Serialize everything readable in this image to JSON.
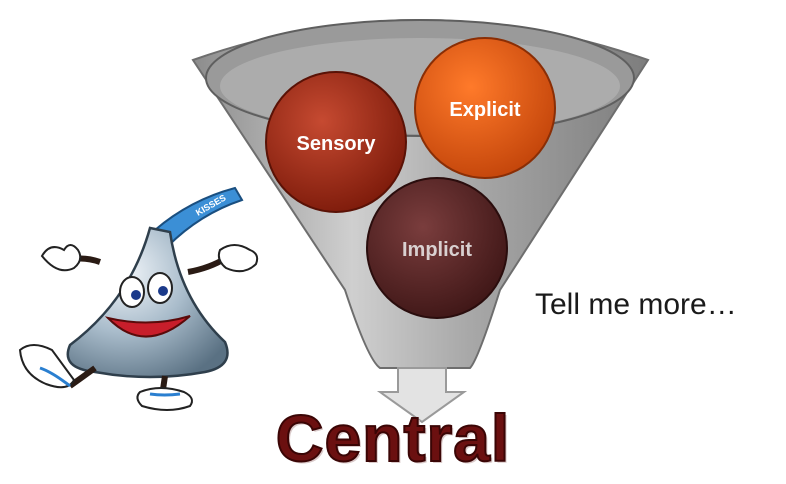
{
  "diagram": {
    "circles": [
      {
        "id": "sensory",
        "label": "Sensory"
      },
      {
        "id": "explicit",
        "label": "Explicit"
      },
      {
        "id": "implicit",
        "label": "Implicit"
      }
    ],
    "side_text": "Tell me more…",
    "output_label": "Central",
    "mascot": {
      "banner_text": "KISSES"
    },
    "colors": {
      "funnel": "#b5b5b5",
      "sensory": "#a52a16",
      "explicit": "#e8570e",
      "implicit": "#5e2a2a",
      "central_text": "#6b1010"
    }
  }
}
